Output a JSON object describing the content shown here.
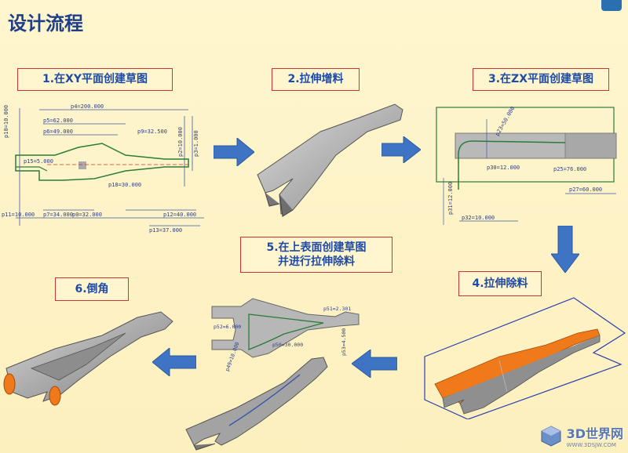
{
  "title": "设计流程",
  "steps": [
    {
      "id": "s1",
      "label": "1.在XY平面创建草图"
    },
    {
      "id": "s2",
      "label": "2.拉伸增料"
    },
    {
      "id": "s3",
      "label": "3.在ZX平面创建草图"
    },
    {
      "id": "s4",
      "label": "4.拉伸除料"
    },
    {
      "id": "s5",
      "label_line1": "5.在上表面创建草图",
      "label_line2": "并进行拉伸除料"
    },
    {
      "id": "s6",
      "label": "6.倒角"
    }
  ],
  "sketch_xy": {
    "dims": [
      "p4=200.000",
      "p5=62.000",
      "p6=49.000",
      "p9=32.500",
      "p10=10.000",
      "p11=10.000",
      "p15=5.000",
      "p7=34.000",
      "p0=32.000",
      "p12=40.000",
      "p13=37.000",
      "p18=30.000",
      "p2=10.000",
      "p3=1.000"
    ]
  },
  "sketch_zx": {
    "dims": [
      "p23=50.000",
      "p30=12.000",
      "p25=76.000",
      "p27=60.000",
      "p31=12.000",
      "p32=10.000"
    ]
  },
  "sketch_top": {
    "dims": [
      "p52=6.000",
      "p49=10.000",
      "p50=30.000",
      "p53=4.500",
      "p51=2.301"
    ]
  },
  "watermark": {
    "main": "3D世界网",
    "sub": "WWW.3DSJW.COM"
  },
  "colors": {
    "title": "#1d3f8a",
    "step_text": "#1e4ba6",
    "step_border": "#cc3333",
    "arrow": "#3f74c4",
    "part_gray": "#9a9a9a",
    "highlight_orange": "#f07a1a"
  }
}
